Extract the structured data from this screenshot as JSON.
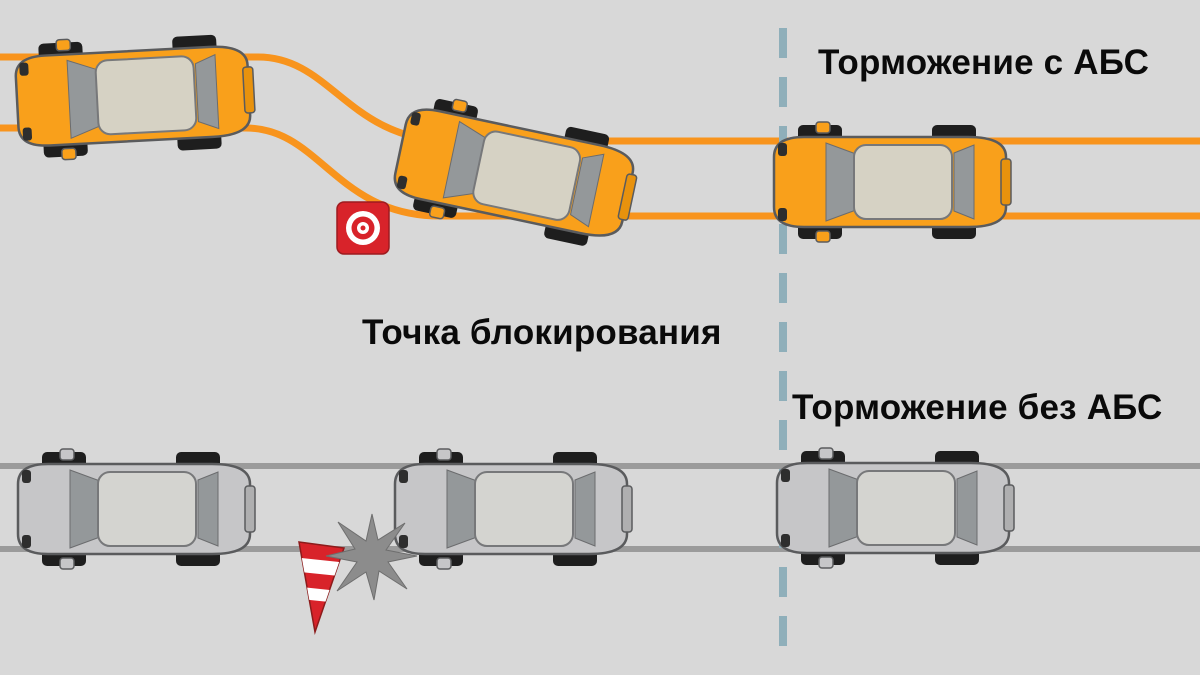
{
  "background": "#D8D8D8",
  "divider": {
    "color": "#8FAFBA",
    "style": "dashed"
  },
  "lock_point_label": "Точка блокирования",
  "abs_scene": {
    "label": "Торможение с АБС",
    "track_color": "#F8941D",
    "car_color": "#F9A01B",
    "car_count": 3,
    "obstacle_icon": "target-icon",
    "obstacle_color": "#D8232A"
  },
  "no_abs_scene": {
    "label": "Торможение без АБС",
    "track_color": "#9B9B9B",
    "car_color": "#C6C6C8",
    "car_count": 3,
    "crash_icon": "crash-star-icon",
    "crash_color": "#8C8C8C",
    "cone_icon": "cone-icon",
    "cone_color": "#D8232A"
  }
}
